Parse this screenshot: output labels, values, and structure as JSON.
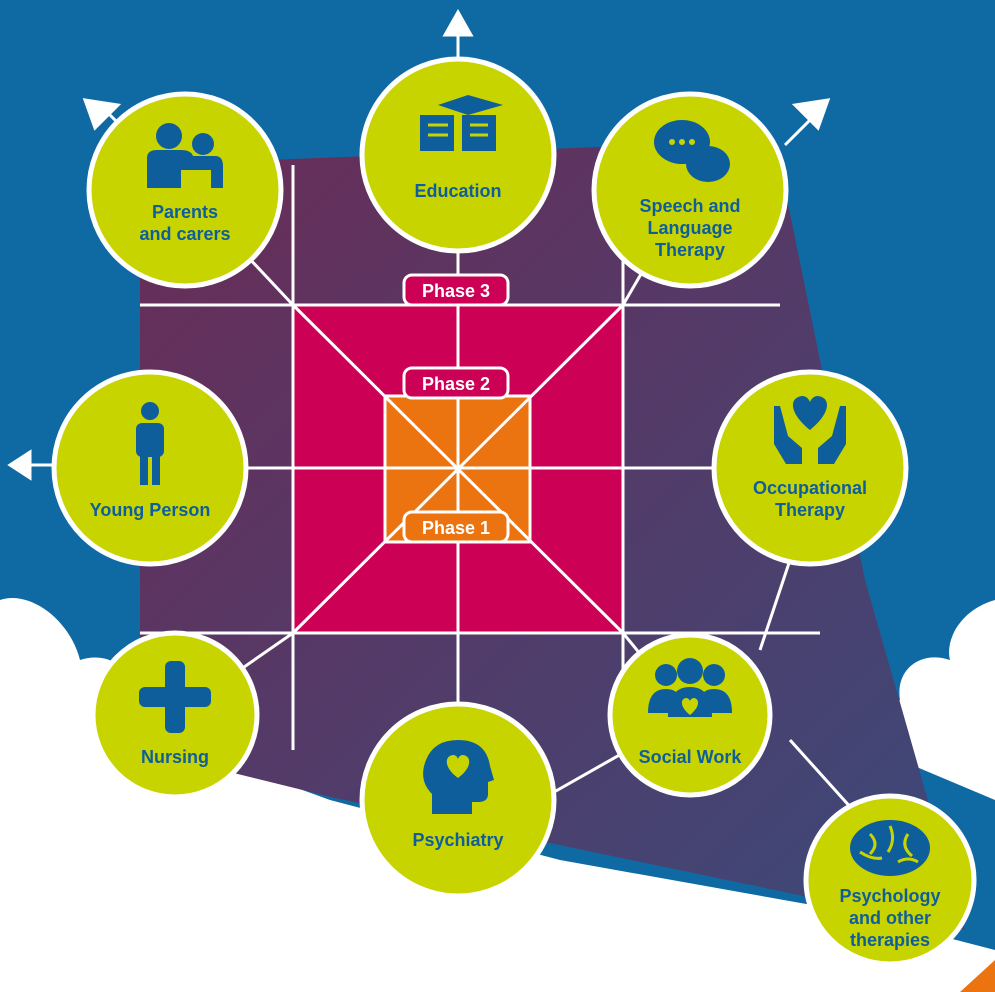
{
  "colors": {
    "background_blue": "#0f6aa3",
    "cloud": "#ffffff",
    "outer_purple": "#63305c",
    "phase3_pink": "#cc0055",
    "phase2_orange": "#ec7410",
    "node_fill": "#c8d400",
    "node_text": "#0f5e9c",
    "line": "#ffffff"
  },
  "nodes": [
    {
      "id": "education",
      "lines": [
        "Education"
      ],
      "icon": "graduation-book-icon"
    },
    {
      "id": "parents",
      "lines": [
        "Parents",
        "and carers"
      ],
      "icon": "parent-child-icon"
    },
    {
      "id": "speech",
      "lines": [
        "Speech and",
        "Language",
        "Therapy"
      ],
      "icon": "speech-bubbles-icon"
    },
    {
      "id": "young-person",
      "lines": [
        "Young Person"
      ],
      "icon": "person-icon"
    },
    {
      "id": "occupational",
      "lines": [
        "Occupational",
        "Therapy"
      ],
      "icon": "heart-hands-icon"
    },
    {
      "id": "nursing",
      "lines": [
        "Nursing"
      ],
      "icon": "plus-cross-icon"
    },
    {
      "id": "psychiatry",
      "lines": [
        "Psychiatry"
      ],
      "icon": "head-heart-icon"
    },
    {
      "id": "social-work",
      "lines": [
        "Social Work"
      ],
      "icon": "group-heart-icon"
    },
    {
      "id": "psychology",
      "lines": [
        "Psychology",
        "and other",
        "therapies"
      ],
      "icon": "brain-icon"
    }
  ],
  "phases": {
    "phase3": "Phase 3",
    "phase2": "Phase 2",
    "phase1": "Phase 1"
  }
}
